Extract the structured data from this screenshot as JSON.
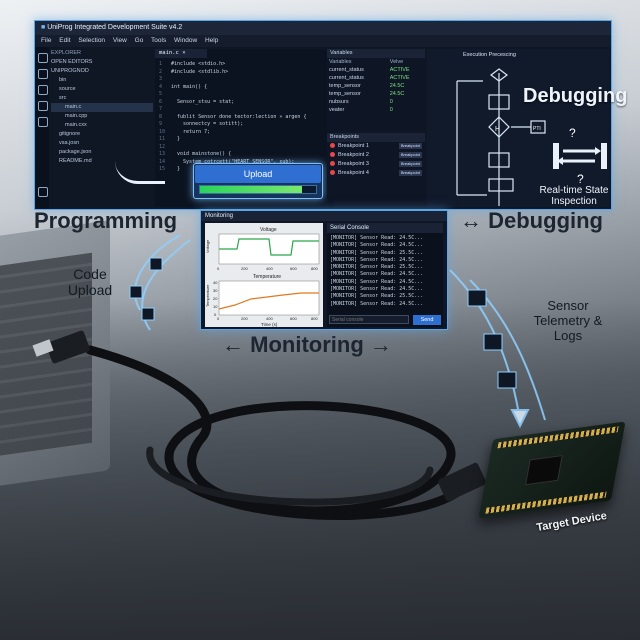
{
  "ide": {
    "title": "UniProg Integrated Development Suite v4.2",
    "menu": [
      "File",
      "Edit",
      "Selection",
      "View",
      "Go",
      "Tools",
      "Window",
      "Help"
    ],
    "explorer": [
      "EXPLORER",
      "OPEN EDITORS",
      "UNIPROGNOD",
      "bin",
      "source",
      "src",
      "main.c",
      "main.cpp",
      "main.cxx",
      "gitignore",
      "vsa.josn",
      "package.json",
      "README.md"
    ],
    "editor_tab": "main.c",
    "code": [
      "#include <stdio.h>",
      "#include <stdlib.h>",
      "",
      "int main() {",
      "",
      "  Sensor_stsu = stat;",
      "",
      "  fublit Sensor done tector:lection » argen {",
      "    sonnectcy = sotitt);",
      "    return 7;",
      "  }",
      "",
      "  void mainstone() {",
      "    System_cotrcett(\"HEART_SENSOR\", sub);",
      "  }"
    ],
    "upload_label": "Upload",
    "upload_progress": 0.88,
    "variables": {
      "panel_title": "Variables",
      "col_name": "Variables",
      "col_value": "Velve",
      "rows": [
        {
          "name": "current_status",
          "value": "ACTIVE"
        },
        {
          "name": "current_status",
          "value": "ACTIVE"
        },
        {
          "name": "temp_sensor",
          "value": "24.5C"
        },
        {
          "name": "temp_sensor",
          "value": "24.5C"
        },
        {
          "name": "nubsurs",
          "value": "0"
        },
        {
          "name": "veater",
          "value": "0"
        }
      ]
    },
    "breakpoints": {
      "title": "Breakpoints",
      "rows": [
        {
          "name": "Breakpoint 1",
          "tag": "Breakpoint"
        },
        {
          "name": "Breakpoint 2",
          "tag": "Breakpoint"
        },
        {
          "name": "Breakpoint 3",
          "tag": "Breakpoint"
        },
        {
          "name": "Breakpoint 4",
          "tag": "Breakpoint"
        }
      ]
    },
    "execution": {
      "title": "Execution Precescing",
      "heading": "Debugging",
      "caption": "Real-time State Inspection",
      "pti": "PTI"
    }
  },
  "labels": {
    "programming": "Programming",
    "debugging": "Debugging",
    "code_upload": "Code Upload",
    "monitoring": "Monitoring",
    "sensor": "Sensor Telemetry & Logs",
    "target": "Target Device"
  },
  "monitoring": {
    "title": "Monitoring",
    "voltage_chart": {
      "title": "Voltage",
      "ylabel": "Voltage",
      "x_ticks": [
        "0",
        "200",
        "400",
        "600",
        "800"
      ]
    },
    "temp_chart": {
      "title": "Temperature",
      "ylabel": "Temperature",
      "xlabel": "Time (s)",
      "y_ticks": [
        "40",
        "30",
        "20",
        "10",
        "0"
      ],
      "x_ticks": [
        "0",
        "200",
        "400",
        "600",
        "800"
      ]
    },
    "console_title": "Serial Console",
    "console_lines": [
      "[MONITOR] Sensor Read: 24.5C...",
      "[MONITOR] Sensor Read: 24.5C...",
      "[MONITOR] Sensor Read: 25.5C...",
      "[MONITOR] Sensor Read: 24.5C...",
      "[MONITOR] Sensor Read: 25.5C...",
      "[MONITOR] Sensor Read: 24.5C...",
      "[MONITOR] Sensor Read: 24.5C...",
      "[MONITOR] Sensor Read: 24.5C...",
      "[MONITOR] Sensor Read: 25.5C...",
      "[MONITOR] Sensor Read: 24.5C..."
    ],
    "input_placeholder": "Serial console",
    "send_label": "Send"
  },
  "colors": {
    "accent": "#5aa7e8",
    "upload": "#2f6fd1",
    "progress": "#2ad35a",
    "breakpoint": "#e84848"
  }
}
